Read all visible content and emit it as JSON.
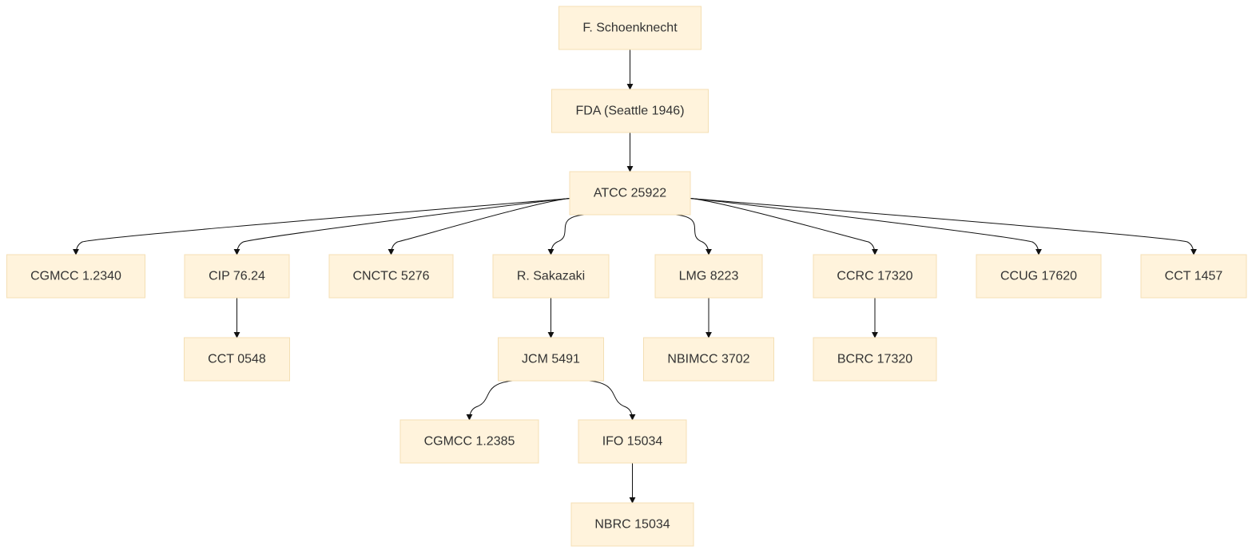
{
  "nodes": [
    {
      "id": "schoenknecht",
      "label": "F. Schoenknecht"
    },
    {
      "id": "fda",
      "label": "FDA (Seattle 1946)"
    },
    {
      "id": "atcc25922",
      "label": "ATCC 25922"
    },
    {
      "id": "cgmcc12340",
      "label": "CGMCC 1.2340"
    },
    {
      "id": "cip7624",
      "label": "CIP 76.24"
    },
    {
      "id": "cnctc5276",
      "label": "CNCTC 5276"
    },
    {
      "id": "sakazaki",
      "label": "R. Sakazaki"
    },
    {
      "id": "lmg8223",
      "label": "LMG 8223"
    },
    {
      "id": "ccrc17320",
      "label": "CCRC 17320"
    },
    {
      "id": "ccug17620",
      "label": "CCUG 17620"
    },
    {
      "id": "cct1457",
      "label": "CCT 1457"
    },
    {
      "id": "cct0548",
      "label": "CCT 0548"
    },
    {
      "id": "jcm5491",
      "label": "JCM 5491"
    },
    {
      "id": "nbimcc3702",
      "label": "NBIMCC 3702"
    },
    {
      "id": "bcrc17320",
      "label": "BCRC 17320"
    },
    {
      "id": "cgmcc12385",
      "label": "CGMCC 1.2385"
    },
    {
      "id": "ifo15034",
      "label": "IFO 15034"
    },
    {
      "id": "nbrc15034",
      "label": "NBRC 15034"
    }
  ],
  "edges": [
    {
      "from": "schoenknecht",
      "to": "fda"
    },
    {
      "from": "fda",
      "to": "atcc25922"
    },
    {
      "from": "atcc25922",
      "to": "cgmcc12340"
    },
    {
      "from": "atcc25922",
      "to": "cip7624"
    },
    {
      "from": "atcc25922",
      "to": "cnctc5276"
    },
    {
      "from": "atcc25922",
      "to": "sakazaki"
    },
    {
      "from": "atcc25922",
      "to": "lmg8223"
    },
    {
      "from": "atcc25922",
      "to": "ccrc17320"
    },
    {
      "from": "atcc25922",
      "to": "ccug17620"
    },
    {
      "from": "atcc25922",
      "to": "cct1457"
    },
    {
      "from": "cip7624",
      "to": "cct0548"
    },
    {
      "from": "sakazaki",
      "to": "jcm5491"
    },
    {
      "from": "lmg8223",
      "to": "nbimcc3702"
    },
    {
      "from": "ccrc17320",
      "to": "bcrc17320"
    },
    {
      "from": "jcm5491",
      "to": "cgmcc12385"
    },
    {
      "from": "jcm5491",
      "to": "ifo15034"
    },
    {
      "from": "ifo15034",
      "to": "nbrc15034"
    }
  ]
}
